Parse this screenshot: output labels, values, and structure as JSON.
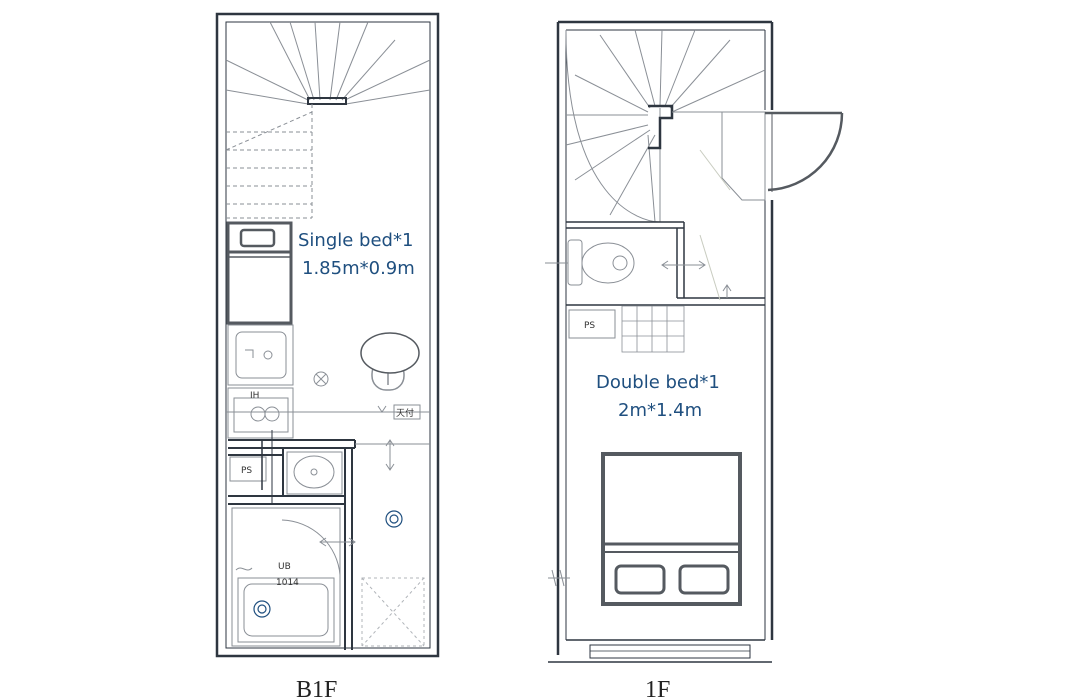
{
  "colors": {
    "label_blue": "#1f4f7f",
    "wall": "#2e3640",
    "fixture": "#8a8f96",
    "furniture": "#555a60"
  },
  "b1f": {
    "floor_label": "B1F",
    "bed_label": "Single bed*1",
    "bed_size": "1.85m*0.9m",
    "ps_label": "PS",
    "ih_label": "IH",
    "ub_label": "UB",
    "ub_code": "1014",
    "note_label": "天付"
  },
  "f1": {
    "floor_label": "1F",
    "bed_label": "Double bed*1",
    "bed_size": "2m*1.4m",
    "ps_label": "PS"
  }
}
